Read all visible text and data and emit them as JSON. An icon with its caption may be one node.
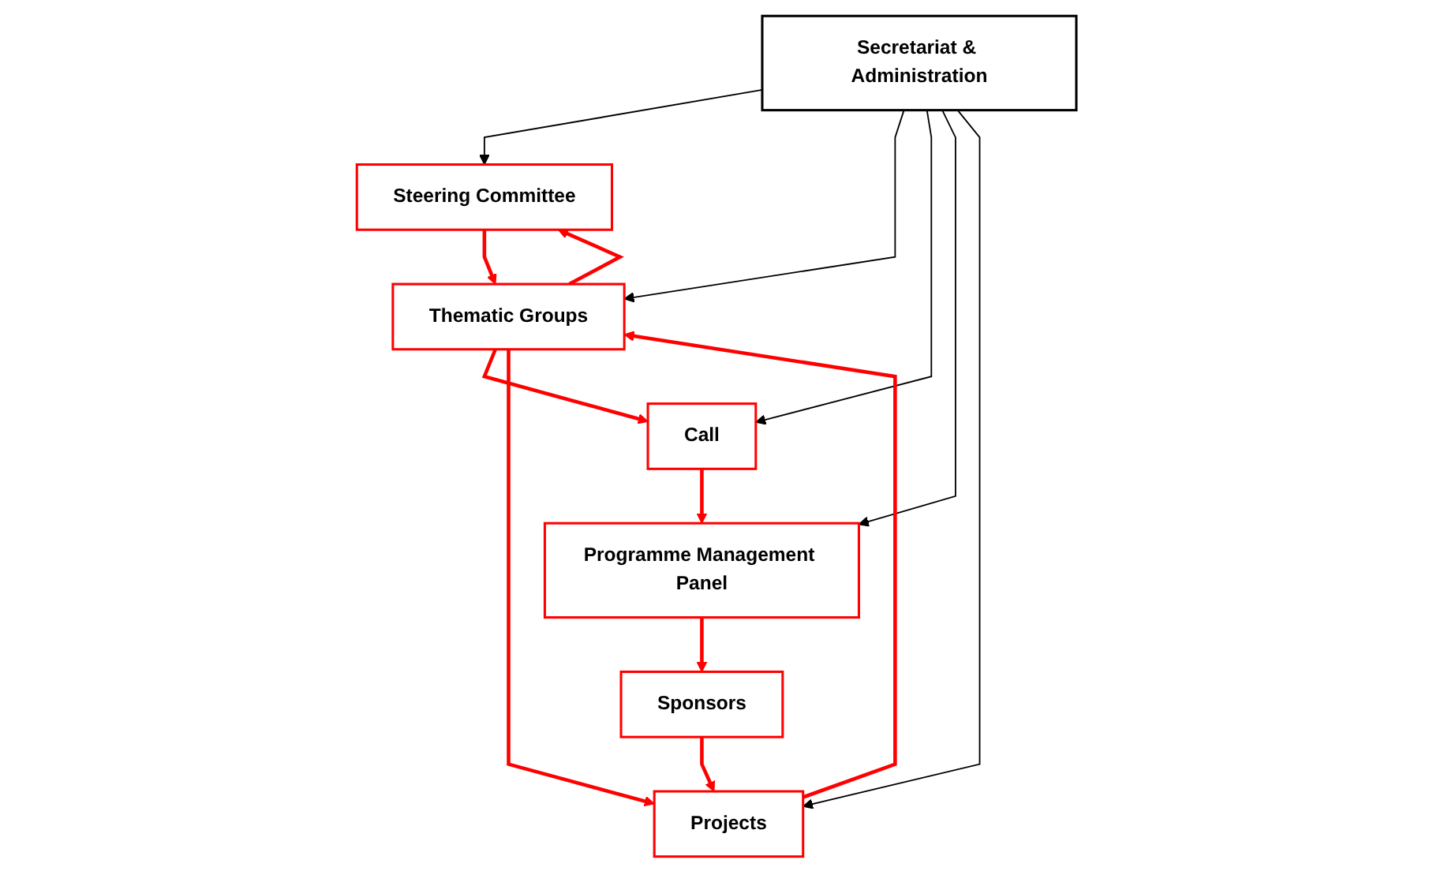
{
  "diagram": {
    "nodes": [
      {
        "text": [
          "Steering Committee"
        ]
      },
      {
        "text": [
          "Secretariat & Administration"
        ]
      },
      {
        "text": [
          "Thematic Groups"
        ]
      },
      {
        "text": [
          "Call"
        ]
      },
      {
        "text": [
          "Programme Management Panel"
        ]
      },
      {
        "text": [
          "Sponsors"
        ]
      },
      {
        "text": [
          "Projects"
        ]
      }
    ],
    "edges": [
      {
        "from": 0,
        "to": 2,
        "arrow": "to"
      },
      {
        "from": 2,
        "to": 0,
        "arrow": "to"
      },
      {
        "from": 1,
        "to": 0,
        "arrow": "to",
        "color": "#000000"
      },
      {
        "from": 1,
        "to": 2,
        "arrow": "to",
        "color": "#000000"
      },
      {
        "from": 2,
        "to": 3,
        "arrow": "to"
      },
      {
        "from": 3,
        "to": 4,
        "arrow": "to"
      },
      {
        "from": 1,
        "to": 3,
        "arrow": "to",
        "color": "#000000"
      },
      {
        "from": 4,
        "to": 5,
        "arrow": "to"
      },
      {
        "from": 1,
        "to": 4,
        "arrow": "to",
        "color": "#000000"
      },
      {
        "from": 5,
        "to": 6,
        "arrow": "to"
      },
      {
        "from": 2,
        "to": 6,
        "arrow": "to"
      },
      {
        "from": 6,
        "to": 2,
        "arrow": "to"
      },
      {
        "from": 1,
        "to": 6,
        "arrow": "to",
        "color": "#000000"
      }
    ]
  }
}
